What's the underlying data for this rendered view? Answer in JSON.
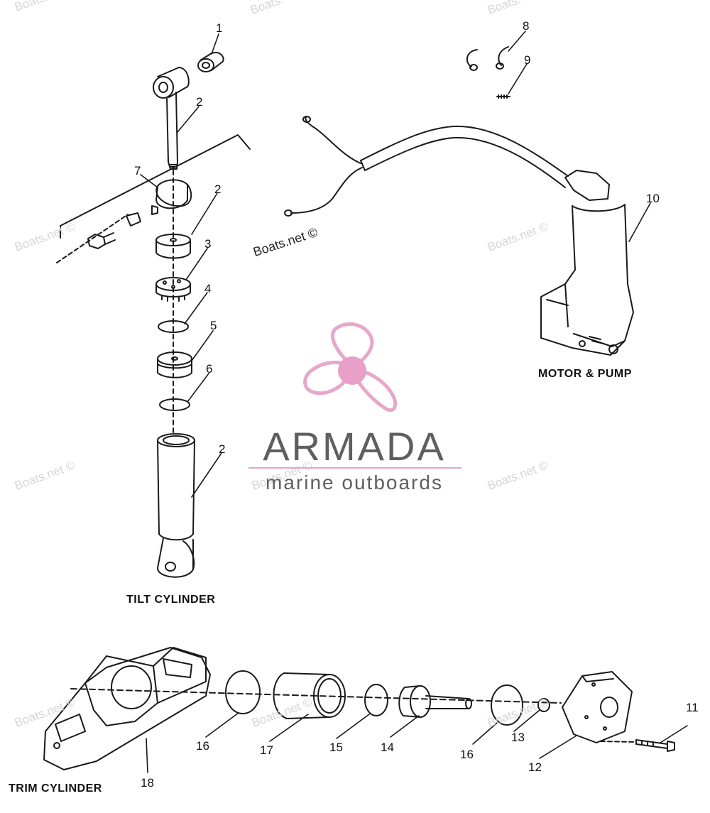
{
  "watermark_text": "Boats.net ©",
  "watermark_fragment": "Boats.",
  "brand": {
    "name": "ARMADA",
    "tagline": "marine outboards",
    "accent_color": "#e7a7cb",
    "hub_color": "#e8a0c8"
  },
  "assemblies": {
    "tilt": "TILT CYLINDER",
    "motor": "MOTOR & PUMP",
    "trim": "TRIM CYLINDER"
  },
  "callouts": [
    "1",
    "2",
    "2",
    "7",
    "2",
    "3",
    "4",
    "5",
    "6",
    "2",
    "8",
    "9",
    "10",
    "11",
    "12",
    "13",
    "16",
    "14",
    "15",
    "17",
    "16",
    "18"
  ]
}
